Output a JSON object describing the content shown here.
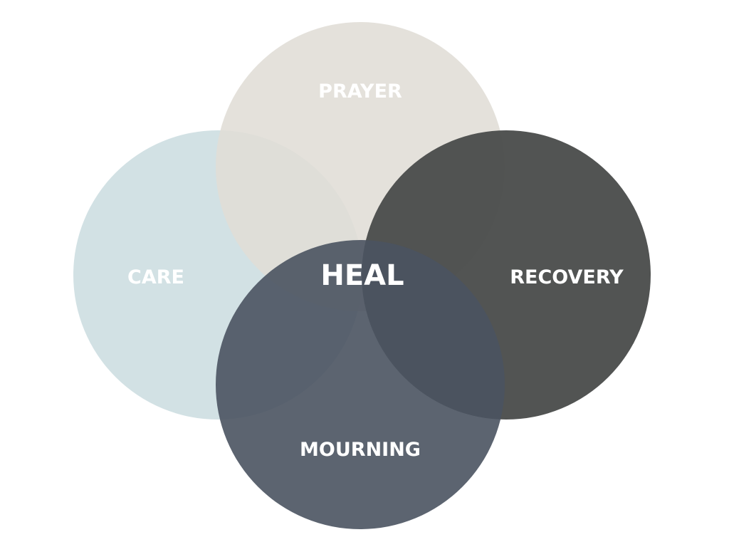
{
  "diagram": {
    "center_label": "HEAL",
    "circles": [
      {
        "id": "care",
        "label": "CARE",
        "color": "#d2e1e4"
      },
      {
        "id": "prayer",
        "label": "PRAYER",
        "color": "#e0ddd6"
      },
      {
        "id": "recovery",
        "label": "RECOVERY",
        "color": "#4b4d4c"
      },
      {
        "id": "mourning",
        "label": "MOURNING",
        "color": "#4a5361"
      }
    ]
  }
}
